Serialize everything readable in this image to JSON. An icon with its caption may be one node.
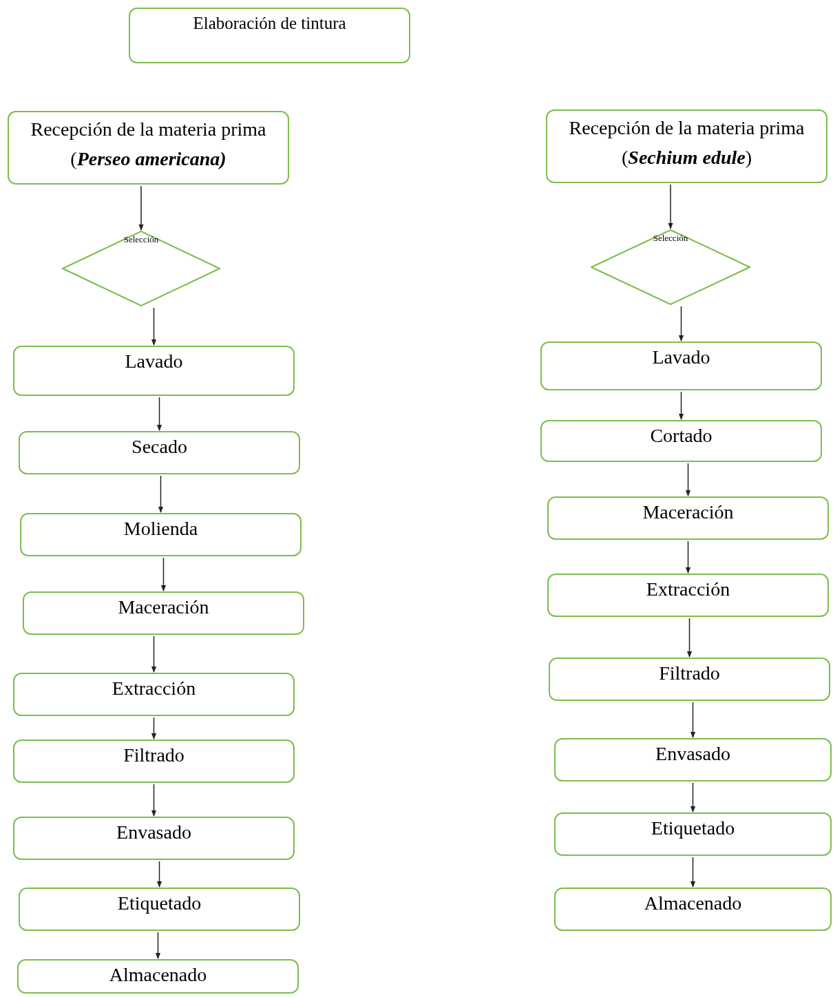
{
  "diagram": {
    "nodes": [
      {
        "text": [
          "Elaboración de tintura"
        ]
      },
      {
        "text": [
          "Recepción de la materia prima (*Perseo americana)*"
        ]
      },
      {
        "text": [
          "Selección"
        ]
      },
      {
        "text": [
          "Lavado"
        ]
      },
      {
        "text": [
          "Secado"
        ]
      },
      {
        "text": [
          "Molienda"
        ]
      },
      {
        "text": [
          "Maceración"
        ]
      },
      {
        "text": [
          "Extracción"
        ]
      },
      {
        "text": [
          "Filtrado"
        ]
      },
      {
        "text": [
          "Envasado"
        ]
      },
      {
        "text": [
          "Etiquetado"
        ]
      },
      {
        "text": [
          "Almacenado"
        ]
      },
      {
        "text": [
          "Recepción de la materia prima (*Sechium edule*)"
        ]
      },
      {
        "text": [
          "Selección"
        ]
      },
      {
        "text": [
          "Lavado"
        ]
      },
      {
        "text": [
          "Cortado"
        ]
      },
      {
        "text": [
          "Maceración"
        ]
      },
      {
        "text": [
          "Extracción"
        ]
      },
      {
        "text": [
          "Filtrado"
        ]
      },
      {
        "text": [
          "Envasado"
        ]
      },
      {
        "text": [
          "Etiquetado"
        ]
      },
      {
        "text": [
          "Almacenado"
        ]
      }
    ],
    "edges": [
      {
        "from": 1,
        "to": 2,
        "arrow": "to"
      },
      {
        "from": 2,
        "to": 3,
        "arrow": "to"
      },
      {
        "from": 3,
        "to": 4,
        "arrow": "to"
      },
      {
        "from": 4,
        "to": 5,
        "arrow": "to"
      },
      {
        "from": 5,
        "to": 6,
        "arrow": "to"
      },
      {
        "from": 6,
        "to": 7,
        "arrow": "to"
      },
      {
        "from": 7,
        "to": 8,
        "arrow": "to"
      },
      {
        "from": 8,
        "to": 9,
        "arrow": "to"
      },
      {
        "from": 9,
        "to": 10,
        "arrow": "to"
      },
      {
        "from": 10,
        "to": 11,
        "arrow": "to"
      },
      {
        "from": 12,
        "to": 13,
        "arrow": "to"
      },
      {
        "from": 13,
        "to": 14,
        "arrow": "to"
      },
      {
        "from": 14,
        "to": 15,
        "arrow": "to"
      },
      {
        "from": 15,
        "to": 16,
        "arrow": "to"
      },
      {
        "from": 16,
        "to": 17,
        "arrow": "to"
      },
      {
        "from": 17,
        "to": 18,
        "arrow": "to"
      },
      {
        "from": 18,
        "to": 19,
        "arrow": "to"
      },
      {
        "from": 19,
        "to": 20,
        "arrow": "to"
      },
      {
        "from": 20,
        "to": 21,
        "arrow": "to"
      }
    ]
  }
}
